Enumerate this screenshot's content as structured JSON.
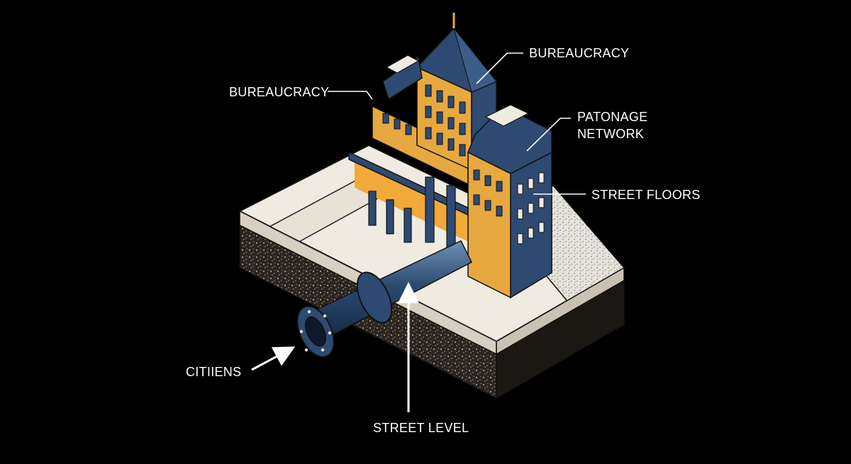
{
  "labels": {
    "bureaucracy_left": "BUREAUCRACY",
    "bureaucracy_top": "BUREAUCRACY",
    "patronage_line1": "PATONAGE",
    "patronage_line2": "NETWORK",
    "street_floors": "STREET FLOORS",
    "citizens": "CITIIENS",
    "street_level": "STREET LEVEL"
  },
  "colors": {
    "background": "#000000",
    "building_blue": "#2e4a72",
    "building_orange": "#e8a840",
    "slab_cream": "#f0ebe0",
    "soil": "#2a2520",
    "pipe": "#2c4a6e",
    "label_text": "#ffffff"
  }
}
